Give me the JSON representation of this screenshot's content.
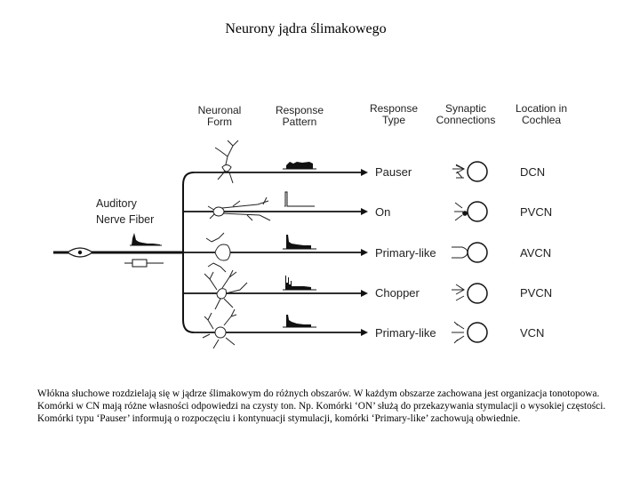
{
  "title": "Neurony jądra ślimakowego",
  "headers": {
    "neuronal_form": [
      "Neuronal",
      "Form"
    ],
    "response_pattern": [
      "Response",
      "Pattern"
    ],
    "response_type": [
      "Response",
      "Type"
    ],
    "synaptic_connections": [
      "Synaptic",
      "Connections"
    ],
    "location": [
      "Location in",
      "Cochlea"
    ]
  },
  "nerve_label": [
    "Auditory",
    "Nerve Fiber"
  ],
  "rows": [
    {
      "type": "Pauser",
      "location": "DCN"
    },
    {
      "type": "On",
      "location": "PVCN"
    },
    {
      "type": "Primary-like",
      "location": "AVCN"
    },
    {
      "type": "Chopper",
      "location": "PVCN"
    },
    {
      "type": "Primary-like",
      "location": "VCN"
    }
  ],
  "caption": "Włókna słuchowe rozdzielają się w jądrze ślimakowym do różnych obszarów. W każdym obszarze zachowana jest organizacja tonotopowa. Komórki w CN mają różne własności odpowiedzi na czysty ton. Np. Komórki ‘ON’ służą do przekazywania stymulacji o wysokiej częstości. Komórki typu ‘Pauser’ informują o rozpoczęciu i kontynuacji stymulacji, komórki ‘Primary-like’ zachowują obwiednie."
}
